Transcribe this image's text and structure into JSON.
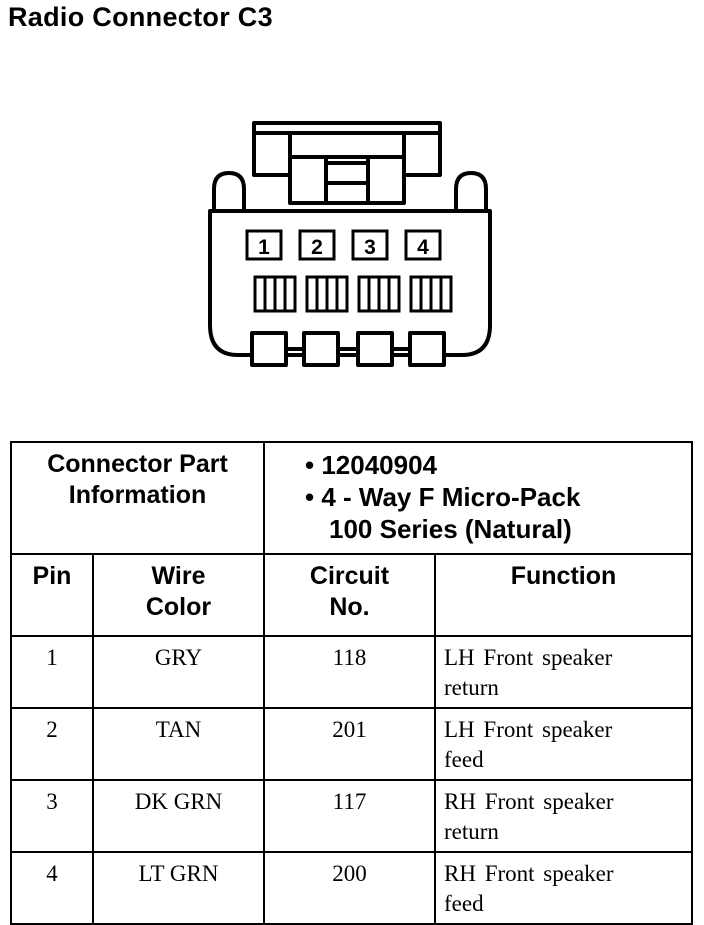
{
  "title": "Radio Connector C3",
  "connector": {
    "pin_labels": [
      "1",
      "2",
      "3",
      "4"
    ]
  },
  "part_info": {
    "label_line1": "Connector Part",
    "label_line2": "Information",
    "part_number": "• 12040904",
    "description_line1": "• 4 - Way F Micro-Pack",
    "description_line2": "100 Series (Natural)"
  },
  "columns": {
    "pin": "Pin",
    "wire_color_line1": "Wire",
    "wire_color_line2": "Color",
    "circuit_line1": "Circuit",
    "circuit_line2": "No.",
    "function": "Function"
  },
  "rows": [
    {
      "pin": "1",
      "wire_color": "GRY",
      "circuit": "118",
      "function_line1": "LH Front speaker",
      "function_line2": "return"
    },
    {
      "pin": "2",
      "wire_color": "TAN",
      "circuit": "201",
      "function_line1": "LH Front speaker",
      "function_line2": "feed"
    },
    {
      "pin": "3",
      "wire_color": "DK GRN",
      "circuit": "117",
      "function_line1": "RH Front speaker",
      "function_line2": "return"
    },
    {
      "pin": "4",
      "wire_color": "LT GRN",
      "circuit": "200",
      "function_line1": "RH Front speaker",
      "function_line2": "feed"
    }
  ]
}
